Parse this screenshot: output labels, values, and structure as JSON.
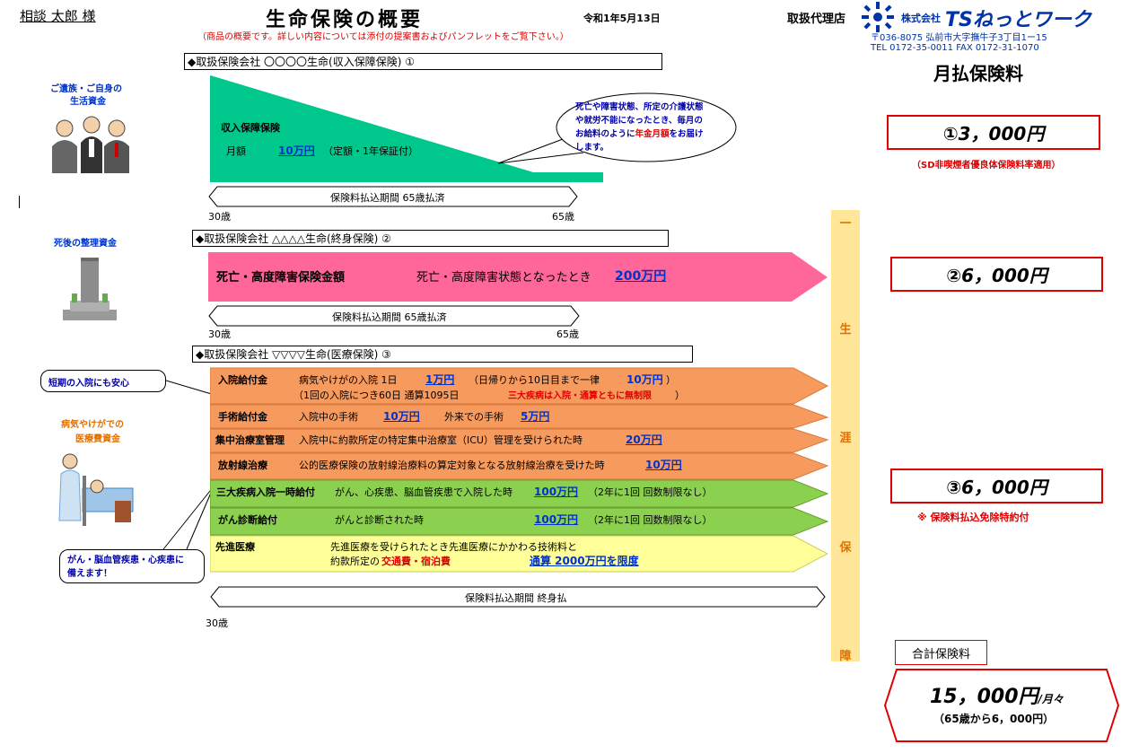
{
  "header": {
    "customer": "相談 太郎 様",
    "title": "生命保険の概要",
    "date": "令和1年5月13日",
    "subtitle": "（商品の概要です。詳しい内容については添付の提案書およびパンフレットをご覧下さい。）",
    "agency_label": "取扱代理店",
    "company_prefix": "株式会社",
    "company_name": "TSねっとワーク",
    "address": "〒036-8075 弘前市大字撫牛子3丁目1ー15",
    "tel_fax": "TEL 0172-35-0011 FAX 0172-31-1070",
    "premium_heading": "月払保険料"
  },
  "section1": {
    "header": "◆取扱保険会社 〇〇〇〇生命(収入保障保険) ①",
    "side_label_1": "ご遺族・ご自身の",
    "side_label_2": "生活資金",
    "product": "収入保障保険",
    "monthly_label": "月額",
    "monthly_amount": "10万円",
    "monthly_note": "（定額・1年保証付）",
    "callout_1": "死亡や障害状態、所定の介護状態",
    "callout_2": "や就労不能になったとき、毎月の",
    "callout_3a": "お給料のように",
    "callout_3b": "年金月額",
    "callout_3c": "をお届け",
    "callout_4": "します。",
    "period": "保険料払込期間 65歳払済",
    "age_start": "30歳",
    "age_end": "65歳",
    "premium": "①3，000円",
    "premium_note": "（SD非喫煙者優良体保険料率適用）"
  },
  "section2": {
    "header": "◆取扱保険会社 △△△△生命(終身保険) ②",
    "side_label": "死後の整理資金",
    "product": "死亡・高度障害保険金額",
    "condition": "死亡・高度障害状態となったとき",
    "amount": "200万円",
    "period": "保険料払込期間 65歳払済",
    "age_start": "30歳",
    "age_end": "65歳",
    "premium": "②6，000円"
  },
  "section3": {
    "header": "◆取扱保険会社 ▽▽▽▽生命(医療保険) ③",
    "callout_short": "短期の入院にも安心",
    "side_label_1": "病気やけがでの",
    "side_label_2": "医療費資金",
    "callout_cancer_1": "がん・脳血管疾患・心疾患に",
    "callout_cancer_2": "備えます！",
    "rows": [
      {
        "name": "入院給付金",
        "text": "病気やけがの入院 1日",
        "amount": "1万円",
        "text2": "（日帰りから10日目まで一律",
        "amount2": "10万円",
        "text3": "）"
      },
      {
        "name": "",
        "text": "（1回の入院につき60日 通算1095日",
        "red": "三大疾病は入院・通算ともに無制限",
        "text3": "）"
      },
      {
        "name": "手術給付金",
        "text": "入院中の手術",
        "amount": "10万円",
        "text2": "外来での手術",
        "amount2": "5万円"
      },
      {
        "name": "集中治療室管理",
        "text": "入院中に約款所定の特定集中治療室（ICU）管理を受けられた時",
        "amount": "20万円"
      },
      {
        "name": "放射線治療",
        "text": "公的医療保険の放射線治療料の算定対象となる放射線治療を受けた時",
        "amount": "10万円"
      },
      {
        "name": "三大疾病入院一時給付",
        "text": "がん、心疾患、脳血管疾患で入院した時",
        "amount": "100万円",
        "text2": "（2年に1回 回数制限なし）"
      },
      {
        "name": "がん診断給付",
        "text": "がんと診断された時",
        "amount": "100万円",
        "text2": "（2年に1回 回数制限なし）"
      },
      {
        "name": "先進医療",
        "text": "先進医療を受けられたとき先進医療にかかわる技術料と",
        "text_b1": "約款所定の",
        "red": "交通費・宿泊費",
        "amount": "通算 2000万円を限度"
      }
    ],
    "period": "保険料払込期間 終身払",
    "age_start": "30歳",
    "premium": "③6，000円",
    "premium_note": "※ 保険料払込免除特約付"
  },
  "lifetime_band": [
    "一",
    "生",
    "涯",
    "保",
    "障"
  ],
  "total": {
    "label": "合計保険料",
    "amount": "15，000円",
    "unit": "/月々",
    "note": "（65歳から6，000円）"
  },
  "colors": {
    "green": "#00c88c",
    "pink": "#ff6699",
    "orange": "#f79a5e",
    "lightgreen": "#8cd04f",
    "yellow": "#ffff99",
    "band": "#ffe699",
    "red": "#e00000",
    "blue": "#0033cc"
  }
}
